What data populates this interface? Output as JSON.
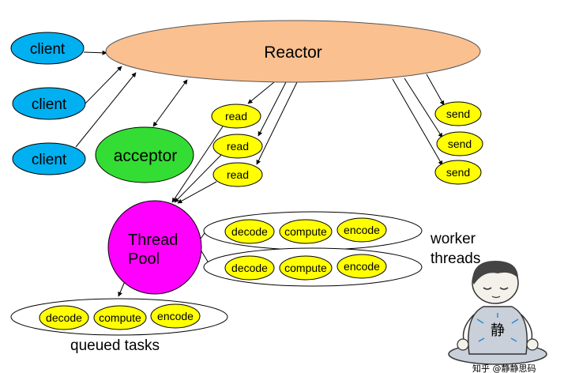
{
  "nodes": {
    "reactor": "Reactor",
    "client": "client",
    "acceptor": "acceptor",
    "read": "read",
    "send": "send",
    "thread_pool_line1": "Thread",
    "thread_pool_line2": "Pool"
  },
  "tasks": {
    "decode": "decode",
    "compute": "compute",
    "encode": "encode"
  },
  "labels": {
    "worker_line1": "worker",
    "worker_line2": "threads",
    "queued_tasks": "queued tasks"
  },
  "mascot": {
    "badge_text": "静",
    "watermark": "知乎 @静静思码"
  },
  "colors": {
    "reactor_fill": "#FAC090",
    "client_fill": "#00B0F0",
    "acceptor_fill": "#33DD33",
    "task_fill": "#FFFF00",
    "thread_pool_fill": "#FF00FF"
  }
}
